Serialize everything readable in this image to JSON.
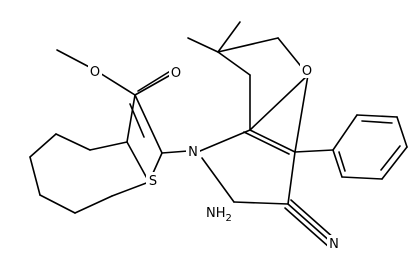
{
  "molecule": {
    "atom_labels": {
      "carbonyl_oxygen": "O",
      "ester_oxygen": "O",
      "sulfur": "S",
      "nitrogen": "N",
      "ketone_oxygen": "O",
      "amino": "NH",
      "amino_subscript": "2",
      "nitrile_nitrogen": "N"
    }
  },
  "colors": {
    "bond": "#000000",
    "label": "#000000",
    "background": "#ffffff"
  }
}
